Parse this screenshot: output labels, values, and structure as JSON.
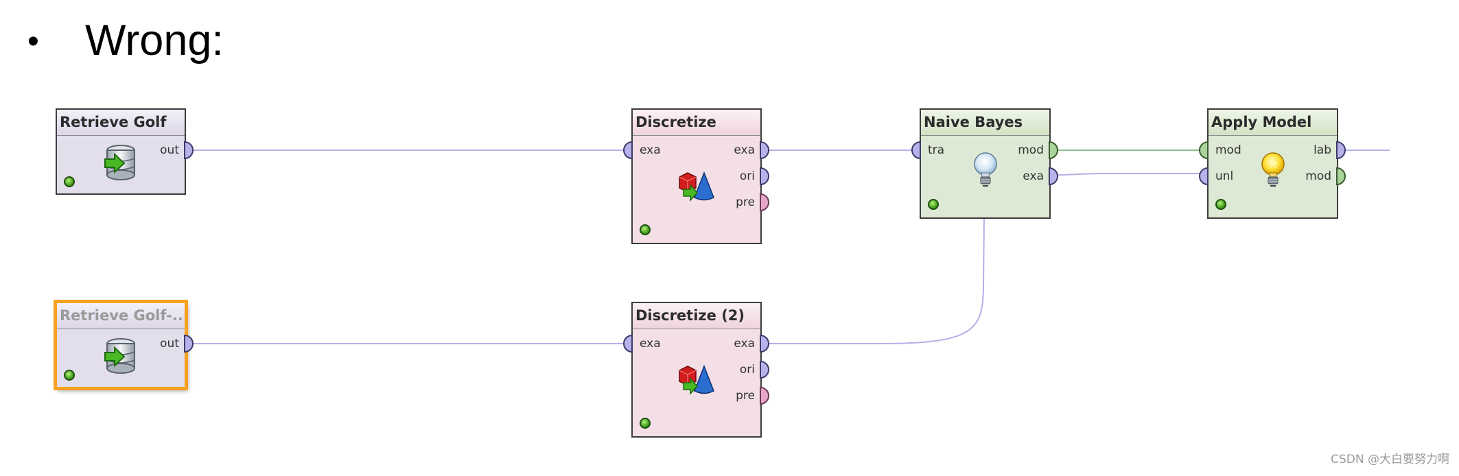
{
  "slide": {
    "bullet": "•",
    "heading": "Wrong:"
  },
  "colors": {
    "retrieve": "#e3deec",
    "discretize": "#f4dfe7",
    "learner": "#dde9d4",
    "selected": "#f7a120",
    "wire": "#b3b0e8",
    "wire_model": "#8cbc8c"
  },
  "operators": [
    {
      "id": "retrieve-golf",
      "title": "Retrieve Golf",
      "icon": "database-icon",
      "ports_out": [
        "out"
      ]
    },
    {
      "id": "retrieve-golf-2",
      "title": "Retrieve Golf-...",
      "icon": "database-icon",
      "ports_out": [
        "out"
      ],
      "selected": true
    },
    {
      "id": "discretize",
      "title": "Discretize",
      "icon": "discretize-icon",
      "ports_in": [
        "exa"
      ],
      "ports_out": [
        "exa",
        "ori",
        "pre"
      ]
    },
    {
      "id": "discretize-2",
      "title": "Discretize (2)",
      "icon": "discretize-icon",
      "ports_in": [
        "exa"
      ],
      "ports_out": [
        "exa",
        "ori",
        "pre"
      ]
    },
    {
      "id": "naive-bayes",
      "title": "Naive Bayes",
      "icon": "lightbulb-off-icon",
      "ports_in": [
        "tra"
      ],
      "ports_out": [
        "mod",
        "exa"
      ]
    },
    {
      "id": "apply-model",
      "title": "Apply Model",
      "icon": "lightbulb-on-icon",
      "ports_in": [
        "mod",
        "unl"
      ],
      "ports_out": [
        "lab",
        "mod"
      ]
    }
  ],
  "watermark": "CSDN @大白要努力啊"
}
